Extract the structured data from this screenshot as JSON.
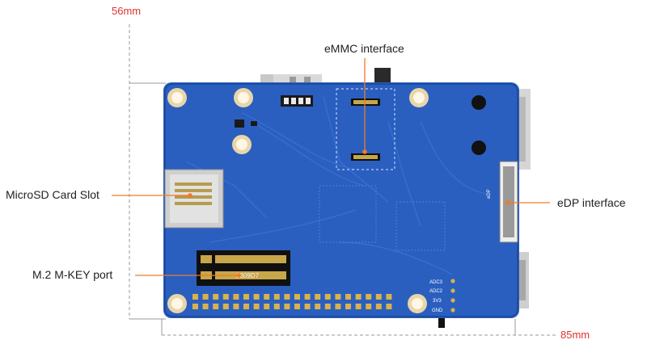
{
  "dimensions": {
    "height_label": "56mm",
    "width_label": "85mm",
    "color": "#e0322b"
  },
  "callouts": {
    "emmc": "eMMC interface",
    "microsd": "MicroSD Card Slot",
    "m2": "M.2 M-KEY port",
    "edp": "eDP interface",
    "leader_color": "#f07a2a"
  },
  "board": {
    "pcb_color": "#2a5fc0",
    "m2_marking": "2309D7",
    "pin_labels": [
      "ADC3",
      "ADC2",
      "3V3",
      "GND"
    ],
    "edp_silk": "eDP"
  }
}
